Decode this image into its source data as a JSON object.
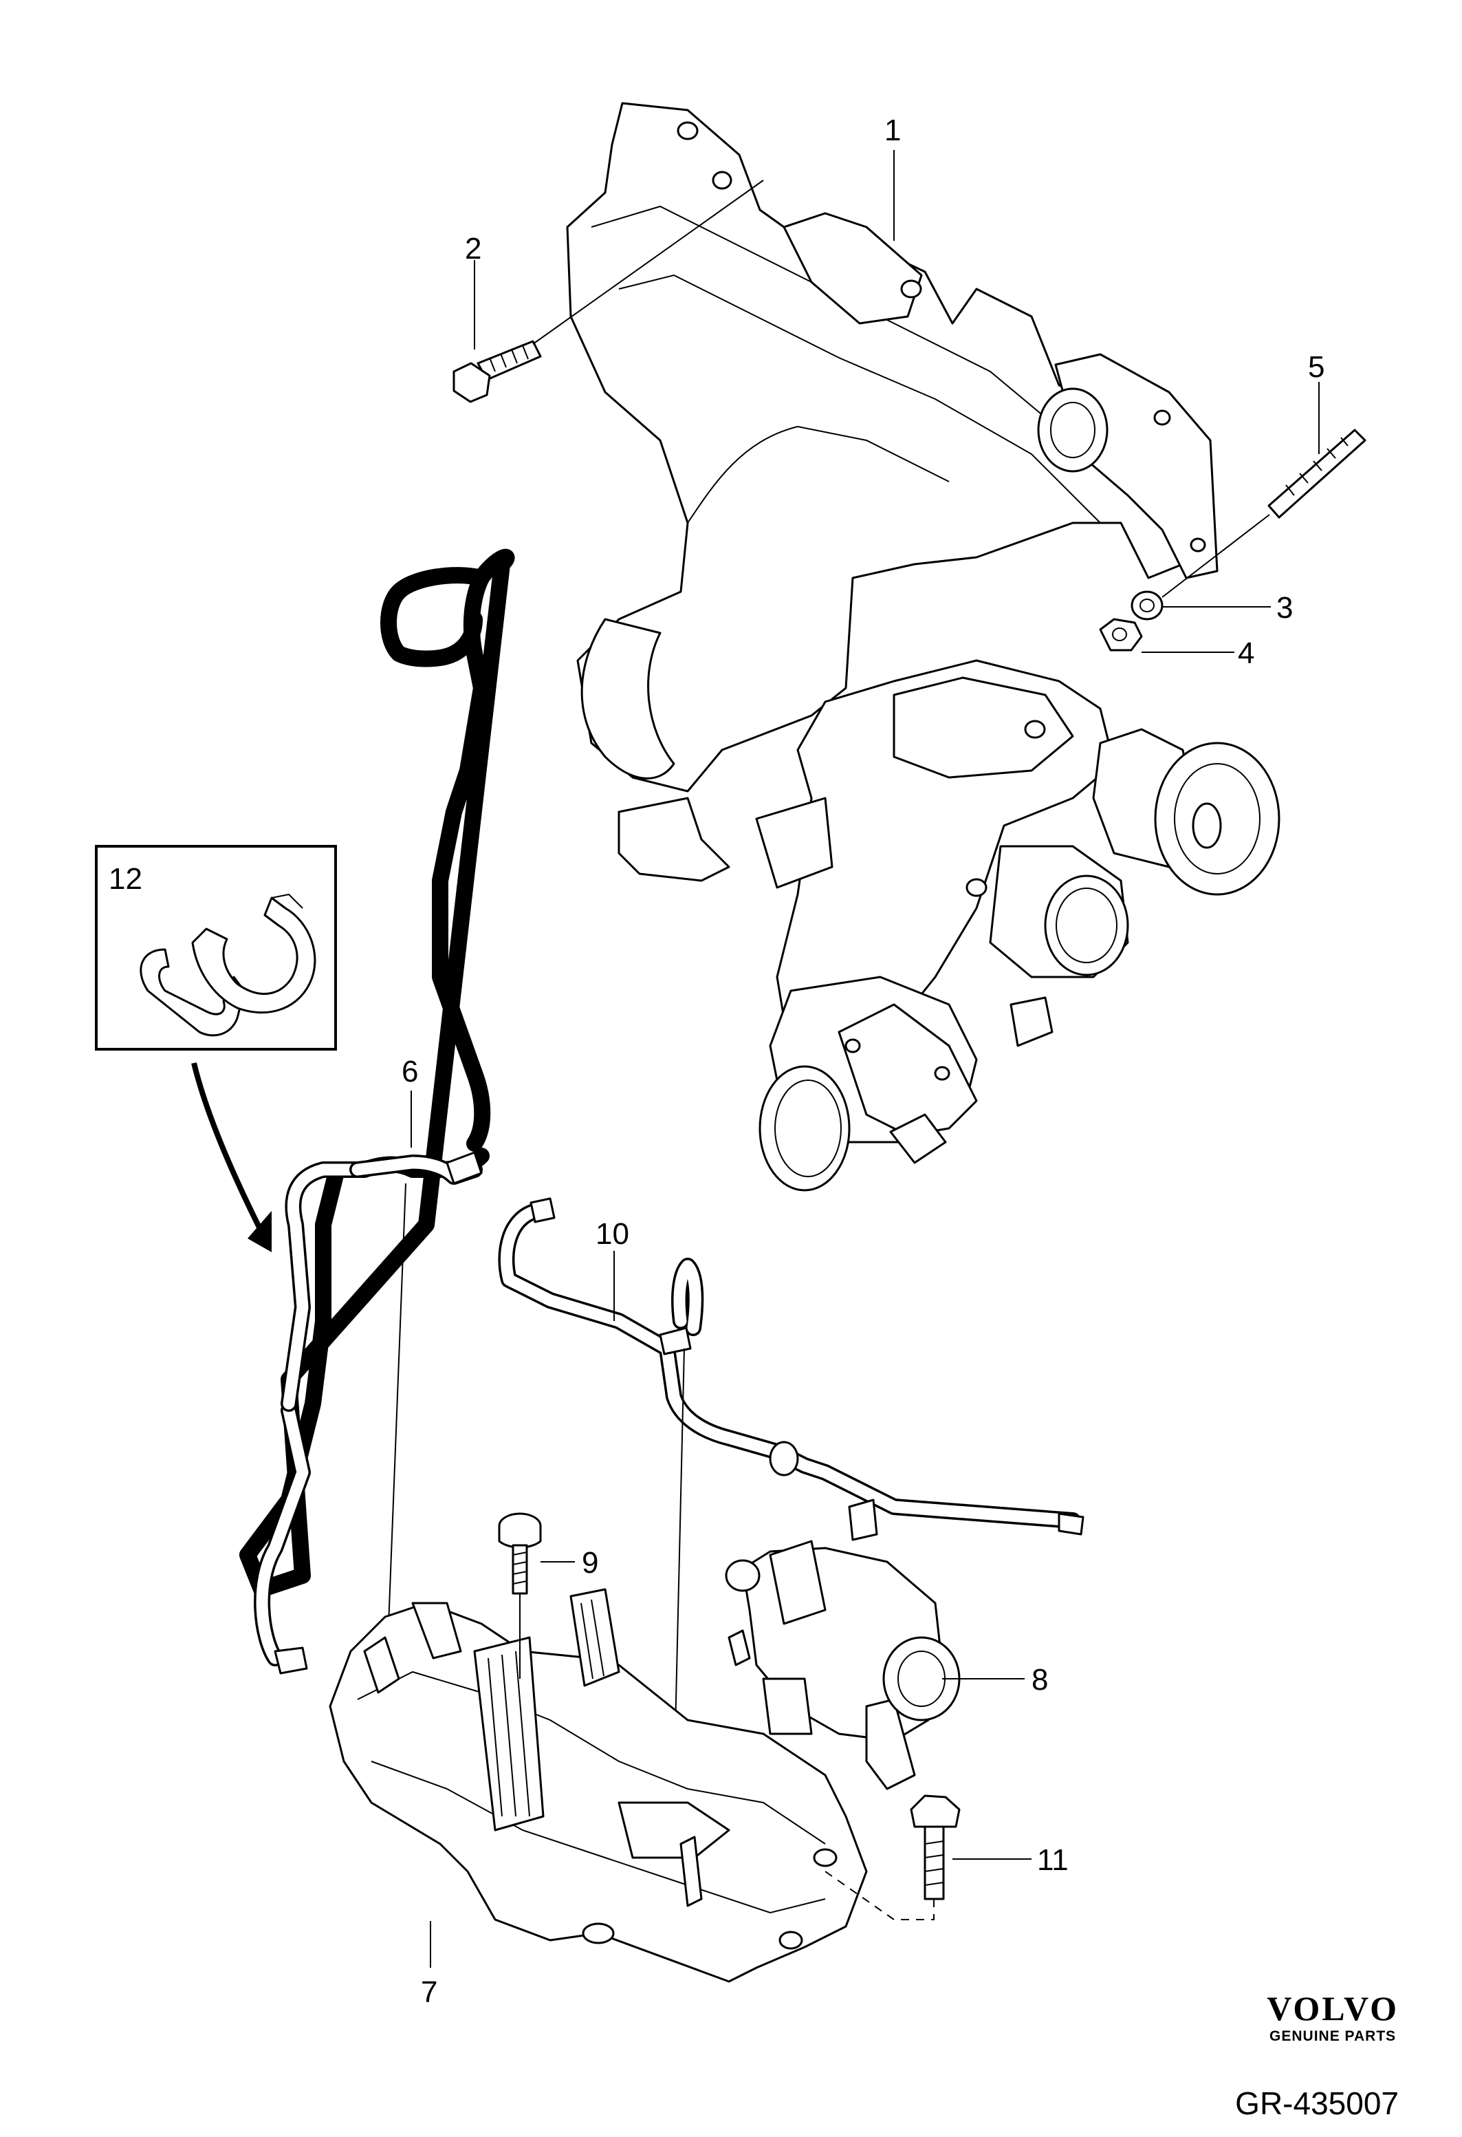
{
  "callouts": {
    "c1": "1",
    "c2": "2",
    "c3": "3",
    "c4": "4",
    "c5": "5",
    "c6": "6",
    "c7": "7",
    "c8": "8",
    "c9": "9",
    "c10": "10",
    "c11": "11",
    "c12": "12"
  },
  "brand": {
    "logo": "VOLVO",
    "tagline": "GENUINE PARTS"
  },
  "reference": "GR-435007"
}
